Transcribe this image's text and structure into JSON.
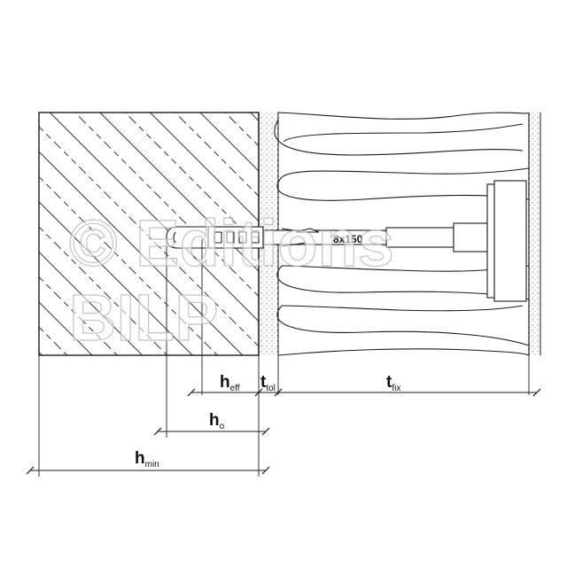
{
  "fastener": {
    "size_label": "8x150"
  },
  "dimensions": {
    "h_eff": {
      "main": "h",
      "sub": "eff"
    },
    "t_tol": {
      "main": "t",
      "sub": "tol"
    },
    "t_fix": {
      "main": "t",
      "sub": "fix"
    },
    "h_0": {
      "main": "h",
      "sub": "o"
    },
    "h_min": {
      "main": "h",
      "sub": "min"
    }
  },
  "watermark": {
    "line1": "© Editions",
    "line2": "BILP"
  },
  "colors": {
    "line": "#1a1a1a",
    "hatch": "#333333",
    "watermark": "#b5b5b5"
  }
}
